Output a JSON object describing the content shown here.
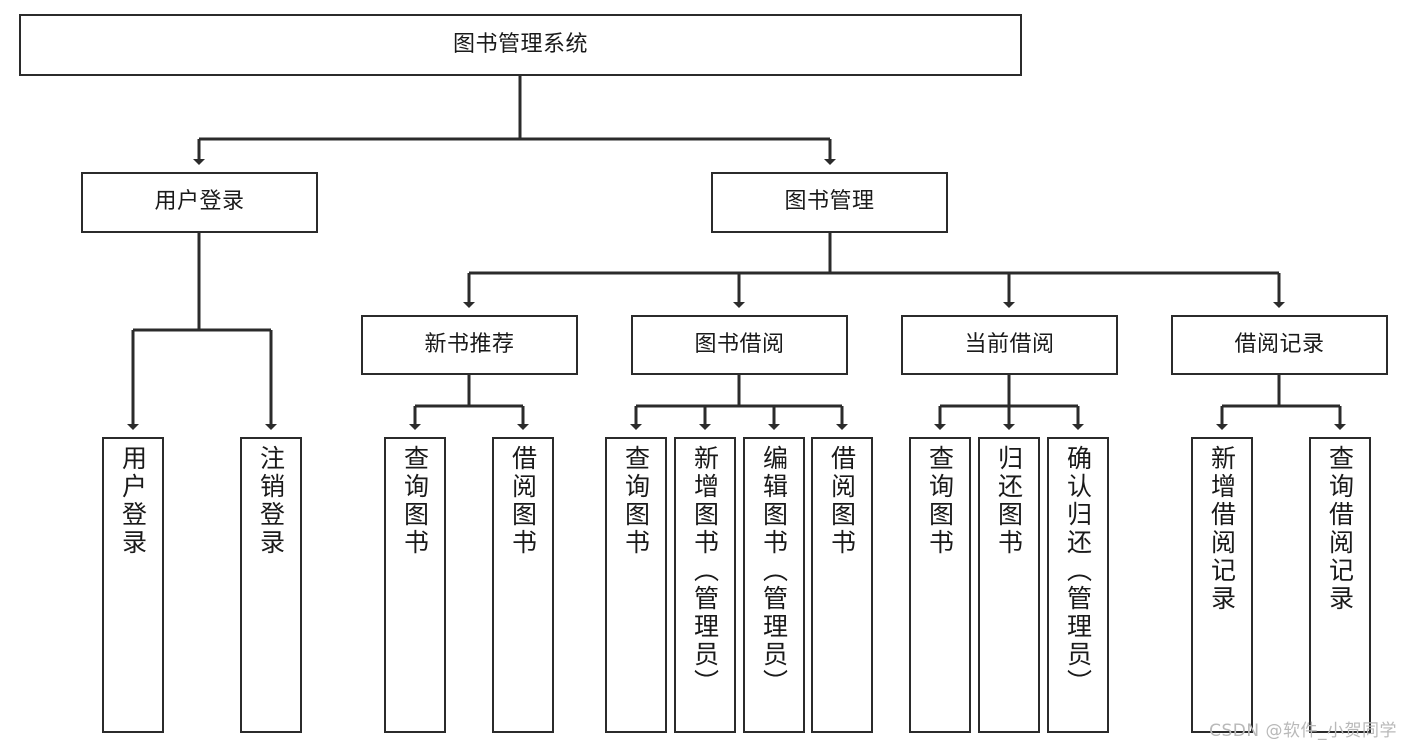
{
  "diagram": {
    "type": "tree-hierarchy",
    "title": "图书管理系统",
    "colors": {
      "box_border": "#2b2b2b",
      "box_fill": "#ffffff",
      "connector": "#2b2b2b",
      "text": "#1a1a1a",
      "watermark": "#b9b9b9",
      "background": "#ffffff"
    },
    "root": {
      "label": "图书管理系统"
    },
    "level2": [
      {
        "label": "用户登录"
      },
      {
        "label": "图书管理"
      }
    ],
    "level3": [
      {
        "label": "新书推荐"
      },
      {
        "label": "图书借阅"
      },
      {
        "label": "当前借阅"
      },
      {
        "label": "借阅记录"
      }
    ],
    "leaves": {
      "user_login": [
        {
          "label": "用户登录"
        },
        {
          "label": "注销登录"
        }
      ],
      "new_book_recommend": [
        {
          "label": "查询图书"
        },
        {
          "label": "借阅图书"
        }
      ],
      "book_borrow": [
        {
          "label": "查询图书"
        },
        {
          "label": "新增图书（管理员）"
        },
        {
          "label": "编辑图书（管理员）"
        },
        {
          "label": "借阅图书"
        }
      ],
      "current_borrow": [
        {
          "label": "查询图书"
        },
        {
          "label": "归还图书"
        },
        {
          "label": "确认归还（管理员）"
        }
      ],
      "borrow_record": [
        {
          "label": "新增借阅记录"
        },
        {
          "label": "查询借阅记录"
        }
      ]
    }
  },
  "watermark": {
    "text": "CSDN @软件_小贺同学"
  }
}
